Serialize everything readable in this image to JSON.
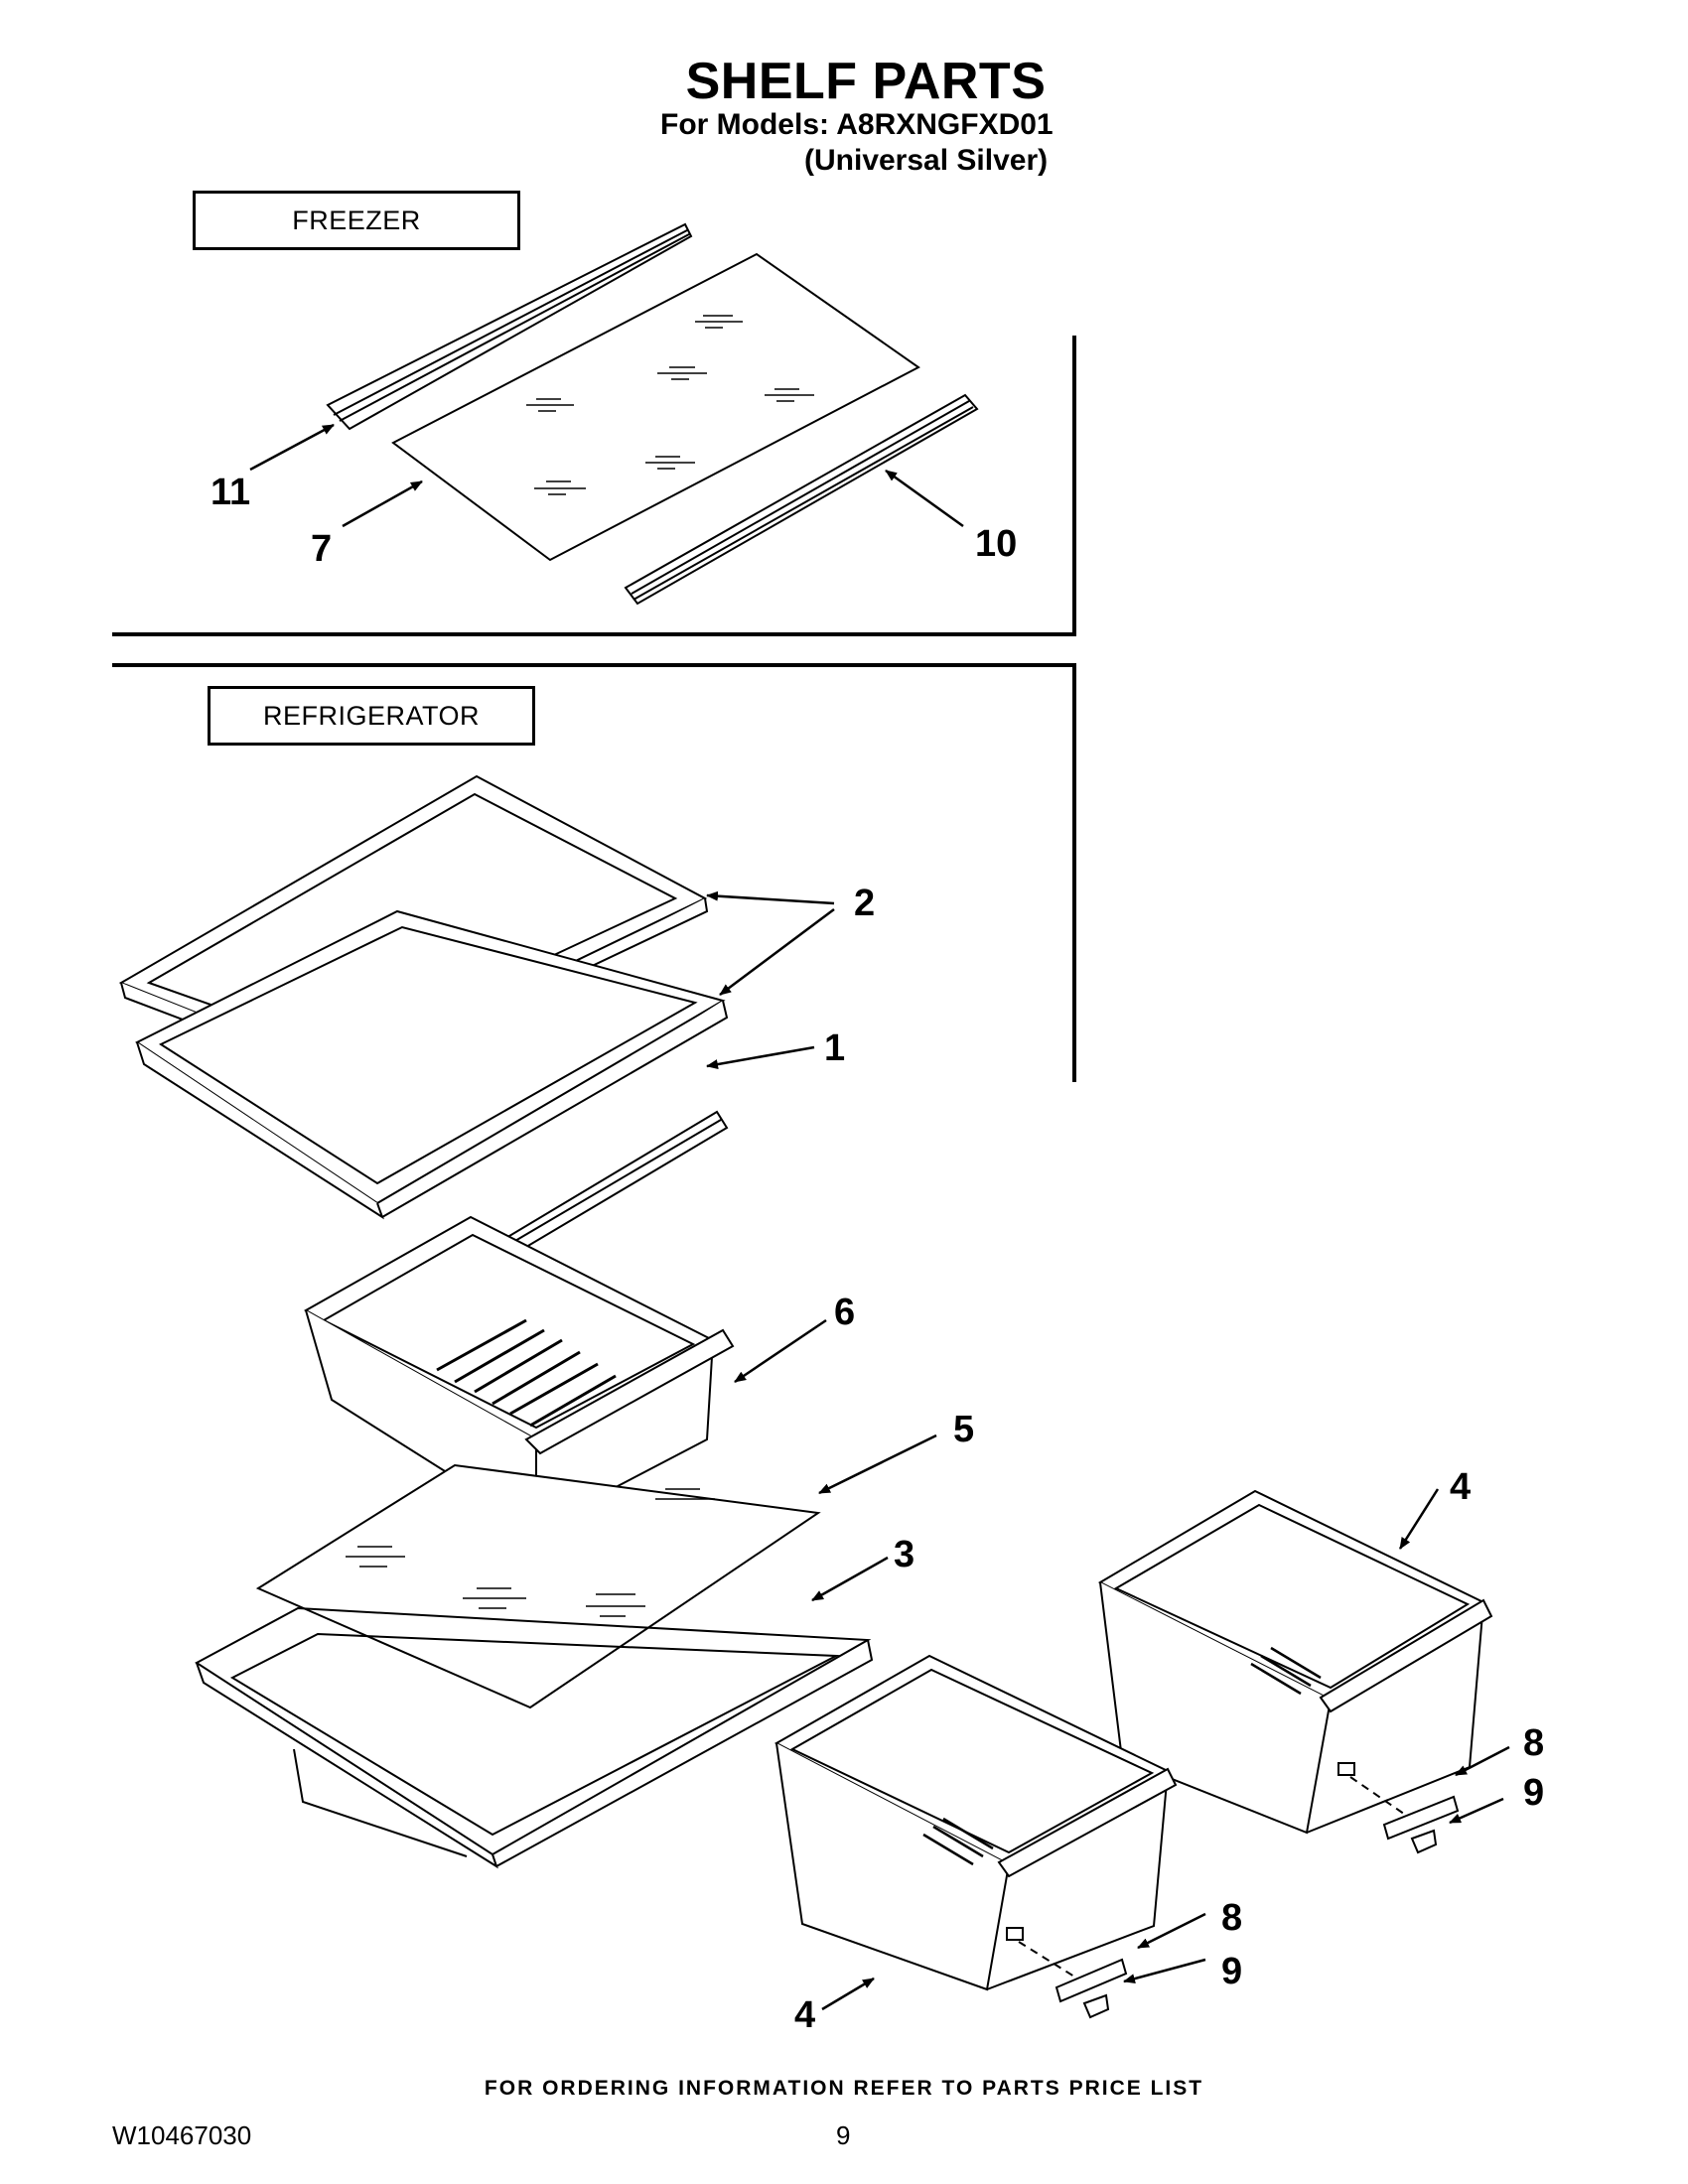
{
  "header": {
    "title": "SHELF PARTS",
    "models_line": "For Models: A8RXNGFXD01",
    "color_line": "(Universal Silver)"
  },
  "sections": {
    "freezer": "FREEZER",
    "refrigerator": "REFRIGERATOR"
  },
  "callouts": {
    "c11": "11",
    "c7": "7",
    "c10": "10",
    "c2": "2",
    "c1": "1",
    "c6": "6",
    "c5": "5",
    "c3": "3",
    "c4a": "4",
    "c8a": "8",
    "c9a": "9",
    "c8b": "8",
    "c9b": "9",
    "c4b": "4"
  },
  "footer": {
    "note": "FOR ORDERING INFORMATION REFER TO PARTS PRICE LIST",
    "doc_number": "W10467030",
    "page_number": "9"
  }
}
